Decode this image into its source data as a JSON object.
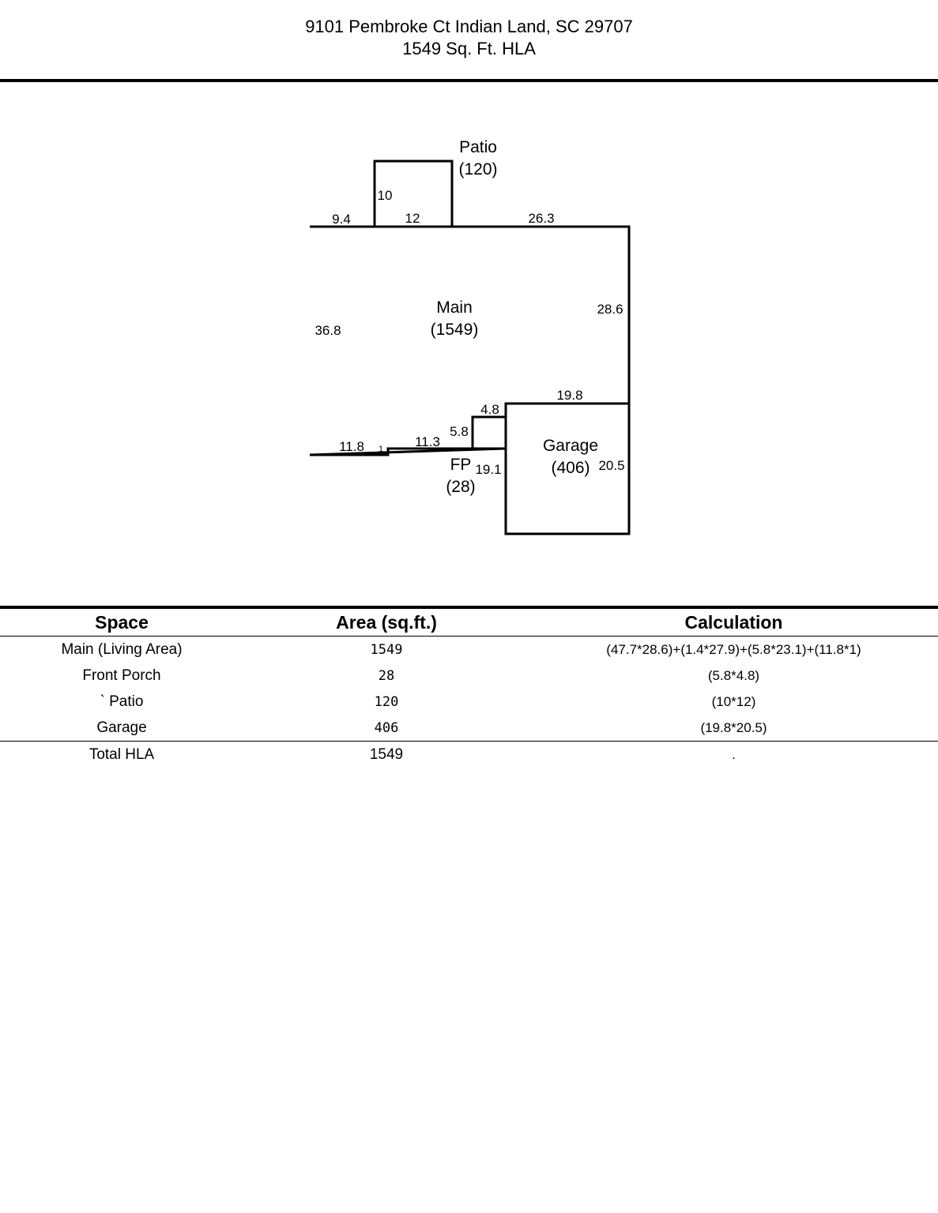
{
  "header": {
    "address": "9101 Pembroke Ct Indian Land, SC 29707",
    "hla": "1549 Sq. Ft. HLA"
  },
  "plan": {
    "rooms": {
      "patio": {
        "name": "Patio",
        "area": "(120)"
      },
      "main": {
        "name": "Main",
        "area": "(1549)"
      },
      "garage": {
        "name": "Garage",
        "area": "(406)"
      },
      "fp": {
        "name": "FP",
        "area": "(28)"
      }
    },
    "dimensions": {
      "d_9_4": "9.4",
      "d_12": "12",
      "d_10": "10",
      "d_26_3": "26.3",
      "d_36_8": "36.8",
      "d_28_6": "28.6",
      "d_19_8": "19.8",
      "d_4_8": "4.8",
      "d_5_8": "5.8",
      "d_11_8": "11.8",
      "d_1": "1",
      "d_11_3": "11.3",
      "d_19_1": "19.1",
      "d_20_5": "20.5"
    }
  },
  "table": {
    "headers": {
      "space": "Space",
      "area": "Area (sq.ft.)",
      "calc": "Calculation"
    },
    "rows": [
      {
        "space": "Main (Living Area)",
        "area": "1549",
        "calc": "(47.7*28.6)+(1.4*27.9)+(5.8*23.1)+(11.8*1)"
      },
      {
        "space": "Front Porch",
        "area": "28",
        "calc": "(5.8*4.8)"
      },
      {
        "space": "` Patio",
        "area": "120",
        "calc": "(10*12)"
      },
      {
        "space": "Garage",
        "area": "406",
        "calc": "(19.8*20.5)"
      }
    ],
    "total": {
      "space": "Total HLA",
      "area": "1549",
      "calc": "."
    }
  }
}
